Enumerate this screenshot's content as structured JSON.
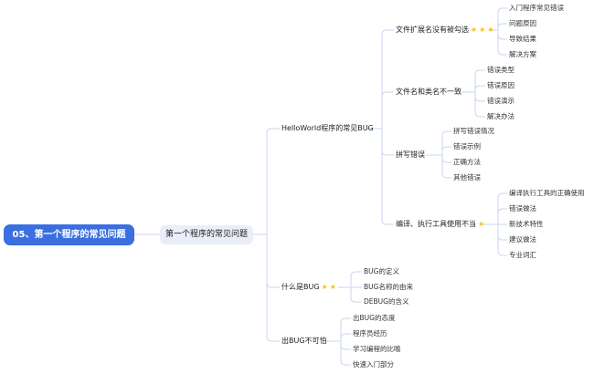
{
  "colors": {
    "root_bg": "#3b6fe0",
    "main_bg": "#e9eef8",
    "connector": "#c9d6ee",
    "star": "#ffc21a"
  },
  "root": {
    "label": "05、第一个程序的常见问题"
  },
  "main": {
    "label": "第一个程序的常见问题"
  },
  "branches": [
    {
      "label": "HelloWorld程序的常见BUG",
      "children": [
        {
          "label": "文件扩展名没有被勾选",
          "stars": [
            "★",
            "★",
            "★"
          ],
          "children": [
            "入门程序常见错误",
            "问题原因",
            "导致结果",
            "解决方案"
          ]
        },
        {
          "label": "文件名和类名不一致",
          "stars": [],
          "children": [
            "错误类型",
            "错误原因",
            "错误演示",
            "解决办法"
          ]
        },
        {
          "label": "拼写错误",
          "stars": [],
          "children": [
            "拼写错误情况",
            "错误示例",
            "正确方法",
            "其他错误"
          ]
        },
        {
          "label": "编译、执行工具使用不当",
          "stars": [
            "★"
          ],
          "children": [
            "编译执行工具的正确使用",
            "错误做法",
            "新技术特性",
            "建议做法",
            "专业词汇"
          ]
        }
      ]
    },
    {
      "label": "什么是BUG",
      "stars": [
        "★",
        "★"
      ],
      "children": [
        "BUG的定义",
        "BUG名称的由来",
        "DEBUG的含义"
      ]
    },
    {
      "label": "出BUG不可怕",
      "stars": [],
      "children": [
        "出BUG的态度",
        "程序员经历",
        "学习编程的比喻",
        "快速入门部分"
      ]
    }
  ]
}
